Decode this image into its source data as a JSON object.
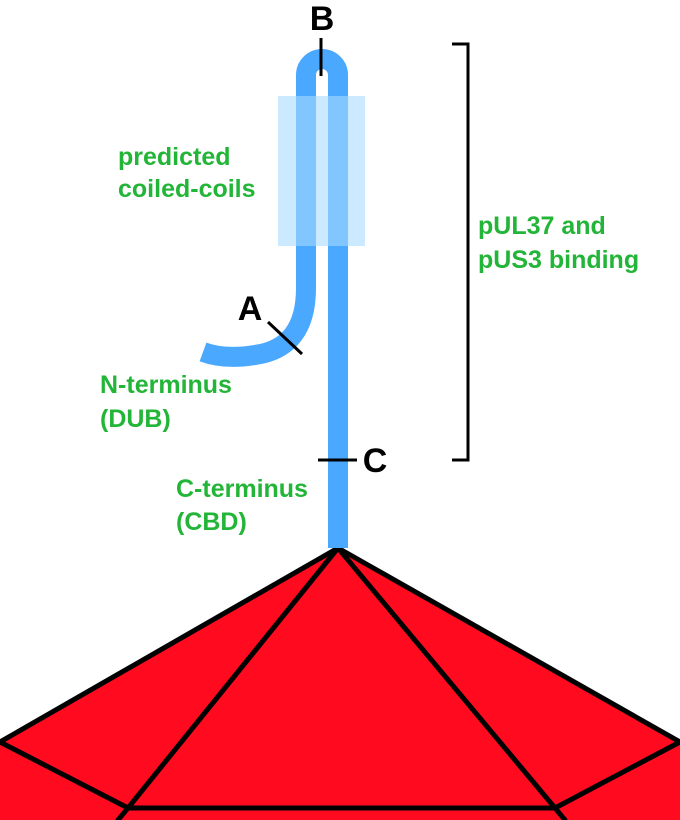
{
  "colors": {
    "protein": "#4aa8ff",
    "coiled_coil_region": "#a8dbff",
    "capsid": "#ff0a1e",
    "outline": "#000000",
    "label_text": "#22b537",
    "marker_text": "#000000"
  },
  "markers": {
    "a": "A",
    "b": "B",
    "c": "C"
  },
  "labels": {
    "coiled_coils_line1": "predicted",
    "coiled_coils_line2": "coiled-coils",
    "n_terminus_line1": "N-terminus",
    "n_terminus_line2": "(DUB)",
    "c_terminus_line1": "C-terminus",
    "c_terminus_line2": "(CBD)",
    "binding_line1": "pUL37 and",
    "binding_line2": "pUS3 binding"
  }
}
